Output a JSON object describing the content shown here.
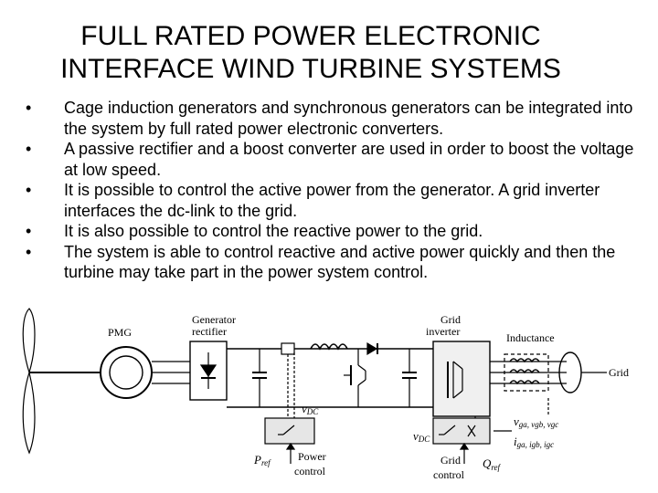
{
  "title": {
    "line1": "FULL RATED POWER ELECTRONIC",
    "line2": "INTERFACE WIND TURBINE SYSTEMS"
  },
  "bullets": [
    "Cage induction generators and synchronous generators can be integrated into the system by full rated power electronic converters.",
    "A passive rectifier and a boost converter are used in order to boost the voltage at low speed.",
    "It is possible to control the active power from the generator. A grid inverter interfaces the dc-link to the grid.",
    "It is also possible to control the reactive power to the grid.",
    "The system is able to control reactive and active power quickly and then the turbine may take part in the power system control."
  ],
  "diagram": {
    "pmg": "PMG",
    "generator_rectifier_1": "Generator",
    "generator_rectifier_2": "rectifier",
    "grid_inverter_1": "Grid",
    "grid_inverter_2": "inverter",
    "inductance": "Inductance",
    "grid": "Grid",
    "vdc_1": "v",
    "vdc_1_sub": "DC",
    "vdc_2": "v",
    "vdc_2_sub": "DC",
    "measurements_v": "v",
    "measurements_v_subs": "ga, vgb, vgc",
    "measurements_i": "i",
    "measurements_i_subs": "ga, igb, igc",
    "pref": "P",
    "pref_sub": "ref",
    "power_control_1": "Power",
    "power_control_2": "control",
    "grid_control_1": "Grid",
    "grid_control_2": "control",
    "qref": "Q",
    "qref_sub": "ref"
  }
}
